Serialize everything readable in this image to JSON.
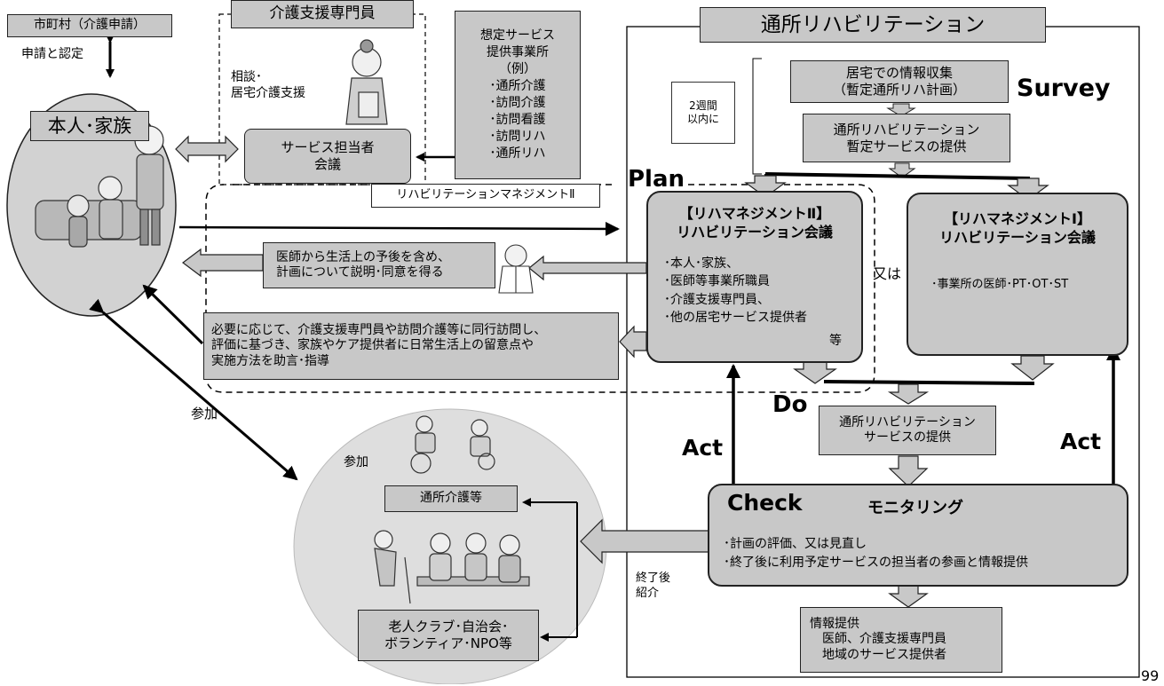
{
  "municipality": "市町村（介護申請）",
  "application_label": "申請と認定",
  "person_family": "本人･家族",
  "care_manager": {
    "title": "介護支援専門員",
    "consult": "相談･\n居宅介護支援",
    "meeting": "サービス担当者\n会議"
  },
  "expected_services": {
    "lines": "想定サービス\n提供事業所\n（例）\n･通所介護\n･訪問介護\n･訪問看護\n･訪問リハ\n･通所リハ"
  },
  "rehab_management_tag": "リハビリテーションマネジメントⅡ",
  "day_rehab_title": "通所リハビリテーション",
  "info_collection": "居宅での情報収集\n（暫定通所リハ計画）",
  "two_weeks": "2週間\n以内に",
  "survey": "Survey",
  "provisional": "通所リハビリテーション\n暫定サービスの提供",
  "plan": "Plan",
  "mgmt2": {
    "title": "【リハマネジメントⅡ】\nリハビリテーション会議",
    "members": "･本人･家族、\n･医師等事業所職員\n･介護支援専門員、\n･他の居宅サービス提供者",
    "etc": "等"
  },
  "or_label": "又は",
  "mgmt1": {
    "title": "【リハマネジメントⅠ】\nリハビリテーション会議",
    "members": "･事業所の医師･PT･OT･ST"
  },
  "doctor_explain": "医師から生活上の予後を含め、\n計画について説明･同意を得る",
  "advice": "必要に応じて、介護支援専門員や訪問介護等に同行訪問し、\n評価に基づき、家族やケア提供者に日常生活上の留意点や\n実施方法を助言･指導",
  "do": "Do",
  "service_provision": "通所リハビリテーション\nサービスの提供",
  "act_left": "Act",
  "act_right": "Act",
  "check": "Check",
  "monitoring": "モニタリング",
  "monitoring_items": "･計画の評価、又は見直し\n･終了後に利用予定サービスの担当者の参画と情報提供",
  "info_provision": "情報提供\n　医師、介護支援専門員\n　地域のサービス提供者",
  "participation_outer": "参加",
  "participation_inner": "参加",
  "day_care": "通所介護等",
  "community": "老人クラブ･自治会･\nボランティア･NPO等",
  "after_end": "終了後\n紹介",
  "page_number": "99"
}
